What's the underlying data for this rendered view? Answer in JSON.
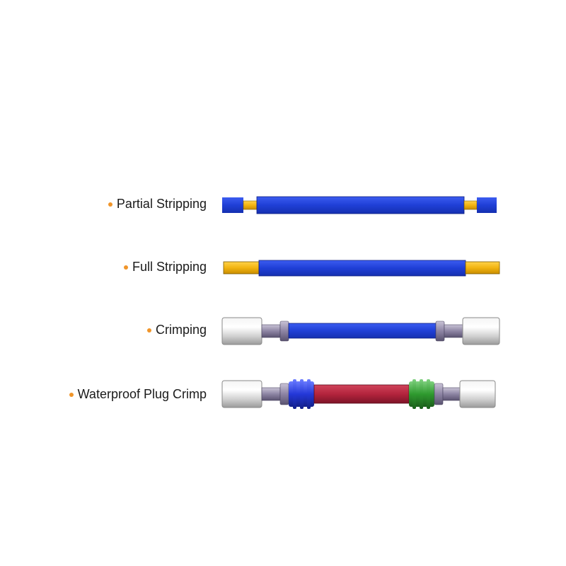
{
  "items": [
    {
      "label": "Partial Stripping"
    },
    {
      "label": "Full Stripping"
    },
    {
      "label": "Crimping"
    },
    {
      "label": "Waterproof Plug Crimp"
    }
  ],
  "colors": {
    "bullet": "#f0952a",
    "insulation_blue": "#1f3fd6",
    "conductor_gold": "#f2b411",
    "insulation_red": "#b3243d",
    "seal_blue": "#2438d8",
    "seal_green": "#2f9a2f",
    "terminal_silver": "#d9d9d9"
  }
}
